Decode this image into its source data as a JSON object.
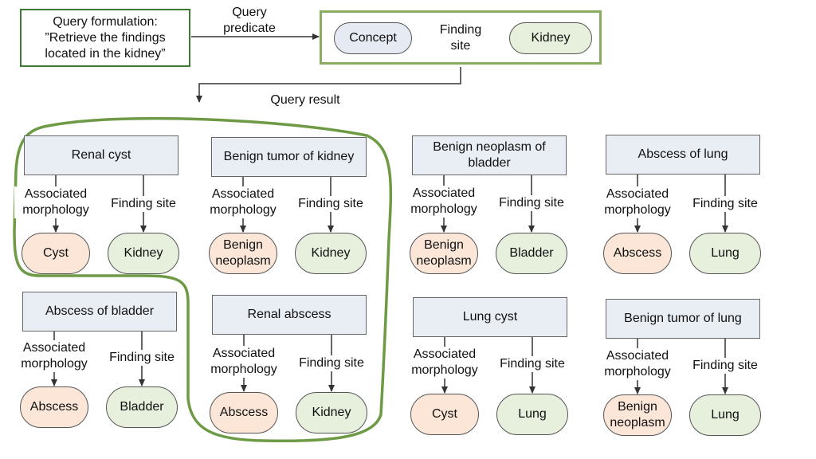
{
  "query": {
    "formulation": "Query formulation: ”Retrieve the findings located in the kidney”",
    "predicate_label": "Query predicate",
    "predicate_concept": "Concept",
    "predicate_relation": "Finding site",
    "predicate_target": "Kidney",
    "result_label": "Query result"
  },
  "rel": {
    "morph": "Associated morphology",
    "site": "Finding site"
  },
  "groups": [
    {
      "concept": "Renal cyst",
      "morphology": "Cyst",
      "site": "Kidney"
    },
    {
      "concept": "Benign tumor of kidney",
      "morphology": "Benign neoplasm",
      "site": "Kidney"
    },
    {
      "concept": "Benign neoplasm of bladder",
      "morphology": "Benign neoplasm",
      "site": "Bladder"
    },
    {
      "concept": "Abscess of lung",
      "morphology": "Abscess",
      "site": "Lung"
    },
    {
      "concept": "Abscess of bladder",
      "morphology": "Abscess",
      "site": "Bladder"
    },
    {
      "concept": "Renal abscess",
      "morphology": "Abscess",
      "site": "Kidney"
    },
    {
      "concept": "Lung cyst",
      "morphology": "Cyst",
      "site": "Lung"
    },
    {
      "concept": "Benign tumor of lung",
      "morphology": "Benign neoplasm",
      "site": "Lung"
    }
  ],
  "colors": {
    "query_border": "#3f7a35",
    "result_outline": "#6e9a45",
    "morphology_fill": "#fbe6d8",
    "site_fill": "#e6f0dc",
    "concept_fill": "#e9edf4"
  }
}
